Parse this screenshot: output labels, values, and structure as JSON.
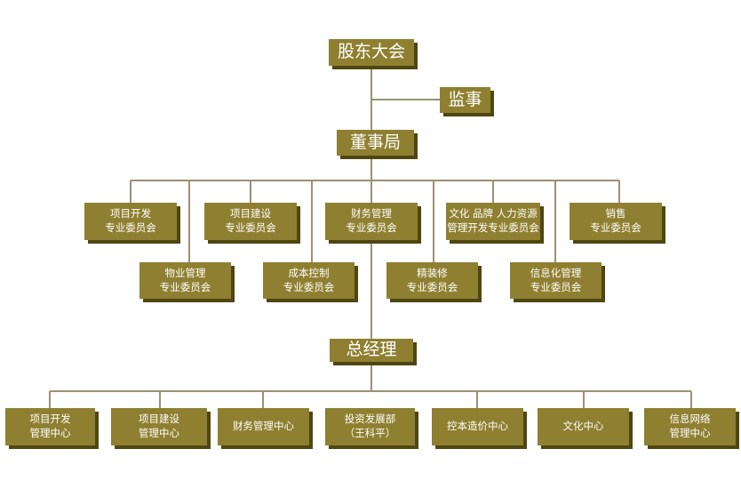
{
  "colors": {
    "box": "#8f7f30",
    "shadow": "#4f4612",
    "line": "#9c9076",
    "text": "#ffffff"
  },
  "top": {
    "shareholders": "股东大会",
    "supervisor": "监事",
    "board": "董事局",
    "gm": "总经理"
  },
  "committees": [
    {
      "line1": "项目开发",
      "line2": "专业委员会"
    },
    {
      "line1": "物业管理",
      "line2": "专业委员会"
    },
    {
      "line1": "项目建设",
      "line2": "专业委员会"
    },
    {
      "line1": "成本控制",
      "line2": "专业委员会"
    },
    {
      "line1": "财务管理",
      "line2": "专业委员会"
    },
    {
      "line1": "精装修",
      "line2": "专业委员会"
    },
    {
      "line1": "文化 品牌 人力资源",
      "line2": "管理开发专业委员会"
    },
    {
      "line1": "信息化管理",
      "line2": "专业委员会"
    },
    {
      "line1": "销售",
      "line2": "专业委员会"
    }
  ],
  "centers": [
    {
      "line1": "项目开发",
      "line2": "管理中心"
    },
    {
      "line1": "项目建设",
      "line2": "管理中心"
    },
    {
      "line1": "财务管理中心",
      "line2": ""
    },
    {
      "line1": "投资发展部",
      "line2": "（王科平）"
    },
    {
      "line1": "控本造价中心",
      "line2": ""
    },
    {
      "line1": "文化中心",
      "line2": ""
    },
    {
      "line1": "信息网络",
      "line2": "管理中心"
    }
  ]
}
